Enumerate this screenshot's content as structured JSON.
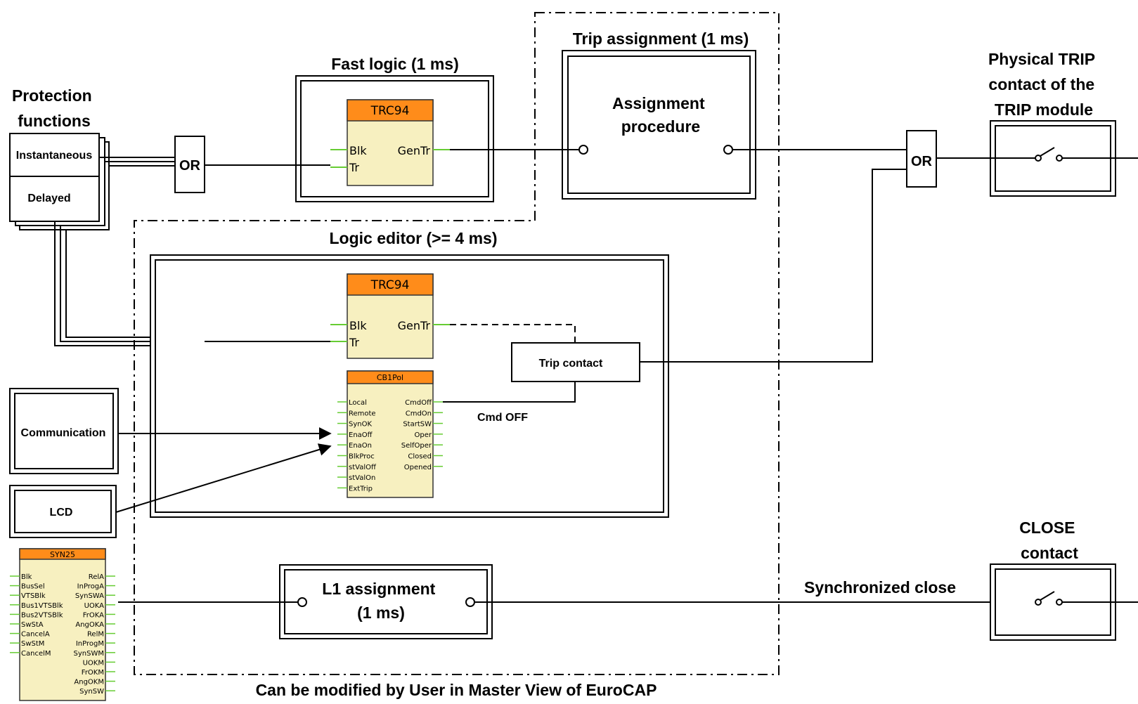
{
  "headers": {
    "protection_functions": [
      "Protection",
      "functions"
    ],
    "fast_logic": "Fast logic (1 ms)",
    "trip_assignment": "Trip assignment (1 ms)",
    "physical_trip": [
      "Physical TRIP",
      "contact of the",
      "TRIP module"
    ],
    "logic_editor": "Logic editor (>= 4 ms)",
    "close_contact": [
      "CLOSE",
      "contact"
    ],
    "synchronized_close": "Synchronized close",
    "footer": "Can be modified by User in Master View of EuroCAP"
  },
  "protection": {
    "instantaneous": "Instantaneous",
    "delayed": "Delayed"
  },
  "or_label": "OR",
  "assignment": [
    "Assignment",
    "procedure"
  ],
  "trc94": {
    "title": "TRC94",
    "inputs": [
      "Blk",
      "Tr"
    ],
    "output": "GenTr"
  },
  "trip_contact": "Trip contact",
  "cmd_off": "Cmd OFF",
  "cb1pol": {
    "title": "CB1Pol",
    "inputs": [
      "Local",
      "Remote",
      "SynOK",
      "EnaOff",
      "EnaOn",
      "BlkProc",
      "stValOff",
      "stValOn",
      "ExtTrip"
    ],
    "outputs": [
      "CmdOff",
      "CmdOn",
      "StartSW",
      "Oper",
      "SelfOper",
      "Closed",
      "Opened"
    ]
  },
  "communication": "Communication",
  "lcd": "LCD",
  "syn25": {
    "title": "SYN25",
    "inputs": [
      "Blk",
      "BusSel",
      "VTSBlk",
      "Bus1VTSBlk",
      "Bus2VTSBlk",
      "SwStA",
      "CancelA",
      "SwStM",
      "CancelM"
    ],
    "outputs": [
      "RelA",
      "InProgA",
      "SynSWA",
      "UOKA",
      "FrOKA",
      "AngOKA",
      "RelM",
      "InProgM",
      "SynSWM",
      "UOKM",
      "FrOKM",
      "AngOKM",
      "SynSW"
    ]
  },
  "l1_assignment": [
    "L1 assignment",
    "(1 ms)"
  ],
  "colors": {
    "block_header": "#ff8c1a",
    "block_body": "#f7f0c0",
    "port_line": "#66cc33"
  }
}
